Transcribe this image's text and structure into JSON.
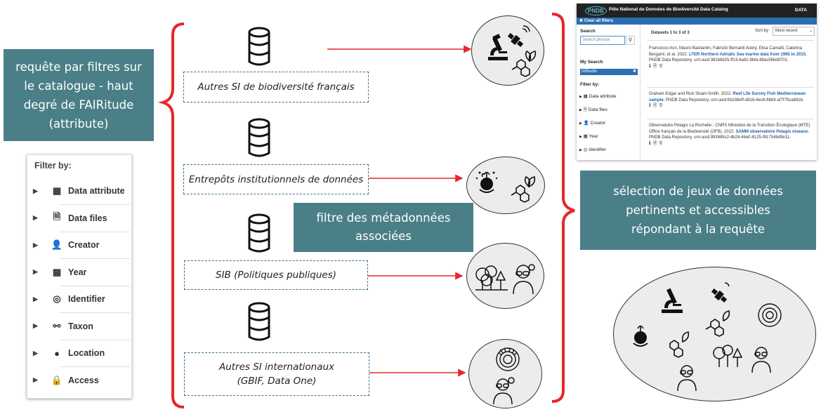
{
  "left_box": {
    "text": "requête par filtres sur le catalogue - haut degré de FAIRitude (attribute)"
  },
  "filter_panel": {
    "title": "Filter by:",
    "items": [
      {
        "label": "Data attribute",
        "icon": "table-icon"
      },
      {
        "label": "Data files",
        "icon": "file-icon"
      },
      {
        "label": "Creator",
        "icon": "user-icon"
      },
      {
        "label": "Year",
        "icon": "calendar-icon"
      },
      {
        "label": "Identifier",
        "icon": "target-icon"
      },
      {
        "label": "Taxon",
        "icon": "hierarchy-icon"
      },
      {
        "label": "Location",
        "icon": "globe-icon"
      },
      {
        "label": "Access",
        "icon": "lock-icon"
      }
    ]
  },
  "sources": [
    {
      "label": "Autres SI de biodiversité français"
    },
    {
      "label": "Entrepôts institutionnels de données"
    },
    {
      "label": "SIB (Politiques publiques)"
    },
    {
      "label": "Autres SI internationaux (GBIF, Data One)",
      "line1": "Autres SI internationaux",
      "line2": "(GBIF, Data One)"
    }
  ],
  "middle_box": {
    "text": "filtre des métadonnées associées"
  },
  "right_box": {
    "text": "sélection de jeux de données pertinents et accessibles répondant à la requête"
  },
  "catalog": {
    "logo": "PNDB",
    "title": "Pôle National de Données de Biodiversité Data Catalog",
    "nav": "DATA",
    "clear_filters": "✖ Clear all filters",
    "search_label": "Search",
    "search_placeholder": "Search phrase",
    "my_search_label": "My Search",
    "my_search_tag": "IABiodiv",
    "filter_by": "Filter by:",
    "side_filters": [
      "Data attribute",
      "Data files",
      "Creator",
      "Year",
      "Identifier"
    ],
    "count": "Datasets 1 to 3 of 3",
    "sort_label": "Sort by",
    "sort_value": "Most recent",
    "entries": [
      {
        "text": "Francesco Acri, Mauro Bastianini, Fabrizio Bernardi Aubry, Elisa Camatti, Caterina Bergami, et al. 2022.",
        "title": "LTER Northern Adriatic Sea marine data from 1965 to 2015.",
        "tail": "PNDB Data Repository. urn:uuid:381b9d25-ff13-4a82-9bfa-88ac56bd8701."
      },
      {
        "text": "Graham Edgar and Rick Stuart-Smith. 2022.",
        "title": "Reef Life Survey Fish Mediterranean sample.",
        "tail": "PNDB Data Repository. urn:uuid:81b38eff-d818-4ec8-8bb9-af7f75ca8d1b."
      },
      {
        "text": "Observatoire Pelagis La Rochelle - CNRS Ministère de la Transition Écologique (MTE) Office français de la Biodiversité (OFB). 2022.",
        "title": "SAMM observatoire Pelagis oiseaux.",
        "tail": "PNDB Data Repository. urn:uuid:993885c2-4b24-46a0-8125-f817546d9e11."
      }
    ]
  },
  "colors": {
    "teal": "#4a7f87",
    "red": "#e8262a",
    "dashed": "#3d7090"
  }
}
